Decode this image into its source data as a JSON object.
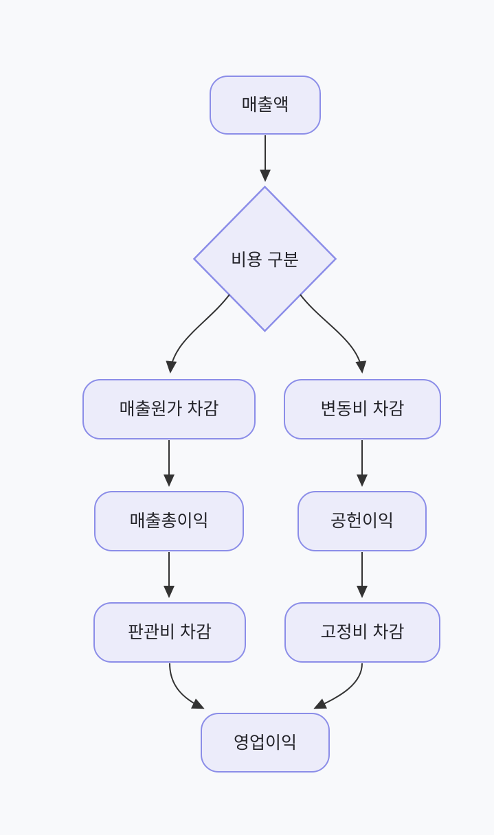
{
  "diagram": {
    "type": "flowchart",
    "direction": "top-down",
    "colors": {
      "background": "#F8F9FB",
      "node_fill": "#ECECFA",
      "node_border": "#8B8DE8",
      "edge": "#333333",
      "text": "#232329"
    },
    "nodes": [
      {
        "id": "revenue",
        "label": "매출액",
        "shape": "rounded-rect"
      },
      {
        "id": "cost-type-decision",
        "label": "비용 구분",
        "shape": "diamond"
      },
      {
        "id": "cogs-deduction",
        "label": "매출원가 차감",
        "shape": "rounded-rect"
      },
      {
        "id": "variable-cost-deduction",
        "label": "변동비 차감",
        "shape": "rounded-rect"
      },
      {
        "id": "gross-profit",
        "label": "매출총이익",
        "shape": "rounded-rect"
      },
      {
        "id": "contribution-margin",
        "label": "공헌이익",
        "shape": "rounded-rect"
      },
      {
        "id": "sga-deduction",
        "label": "판관비 차감",
        "shape": "rounded-rect"
      },
      {
        "id": "fixed-cost-deduction",
        "label": "고정비 차감",
        "shape": "rounded-rect"
      },
      {
        "id": "operating-profit",
        "label": "영업이익",
        "shape": "rounded-rect"
      }
    ],
    "edges": [
      {
        "from": "revenue",
        "to": "cost-type-decision"
      },
      {
        "from": "cost-type-decision",
        "to": "cogs-deduction"
      },
      {
        "from": "cost-type-decision",
        "to": "variable-cost-deduction"
      },
      {
        "from": "cogs-deduction",
        "to": "gross-profit"
      },
      {
        "from": "variable-cost-deduction",
        "to": "contribution-margin"
      },
      {
        "from": "gross-profit",
        "to": "sga-deduction"
      },
      {
        "from": "contribution-margin",
        "to": "fixed-cost-deduction"
      },
      {
        "from": "sga-deduction",
        "to": "operating-profit"
      },
      {
        "from": "fixed-cost-deduction",
        "to": "operating-profit"
      }
    ]
  }
}
